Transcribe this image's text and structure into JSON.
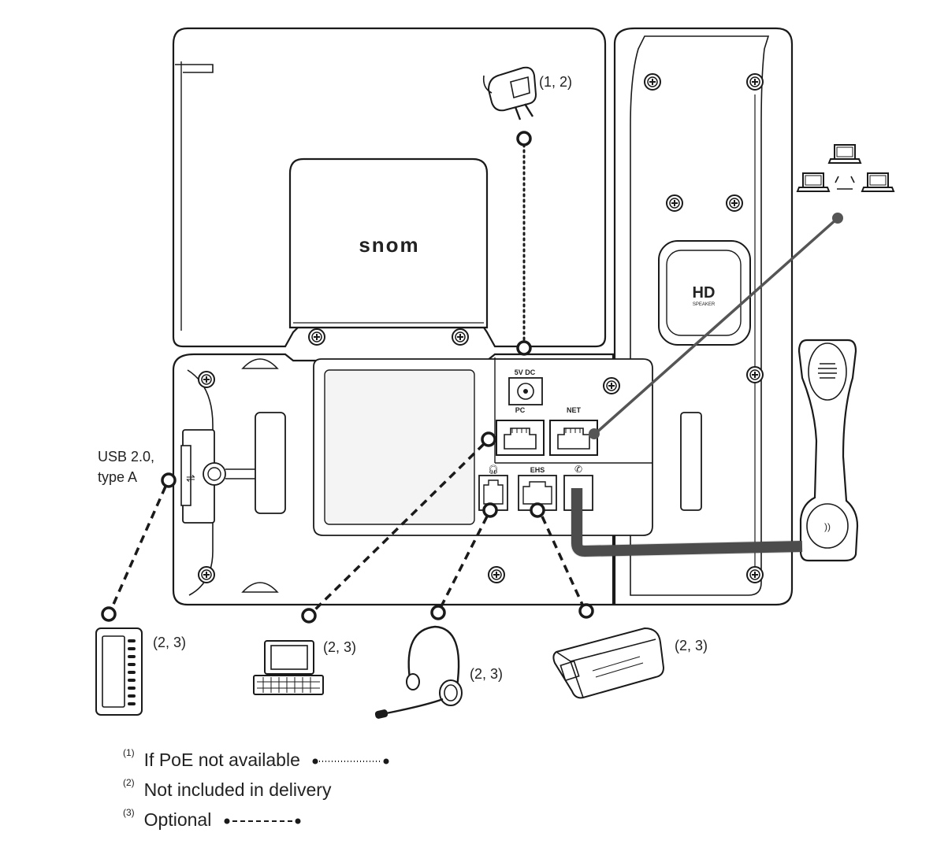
{
  "device": {
    "brand": "snom",
    "hd_badge": "HD",
    "hd_badge_sub": "SPEAKER"
  },
  "ports": {
    "power": "5V DC",
    "pc": "PC",
    "net": "NET",
    "ehs": "EHS"
  },
  "connections": {
    "power_adapter": "(1, 2)",
    "usb_label_line1": "USB 2.0,",
    "usb_label_line2": "type A",
    "expansion_module": "(2, 3)",
    "computer": "(2, 3)",
    "headset": "(2, 3)",
    "ehs_adapter": "(2, 3)"
  },
  "legend": [
    {
      "marker": "(1)",
      "text": "If PoE not available",
      "line_style": "dotted"
    },
    {
      "marker": "(2)",
      "text": "Not included in delivery",
      "line_style": "none"
    },
    {
      "marker": "(3)",
      "text": "Optional",
      "line_style": "dashed"
    }
  ],
  "colors": {
    "outline": "#1a1a1a",
    "body_fill": "#ffffff",
    "panel_fill": "#f2f2f2",
    "cable": "#555555"
  }
}
